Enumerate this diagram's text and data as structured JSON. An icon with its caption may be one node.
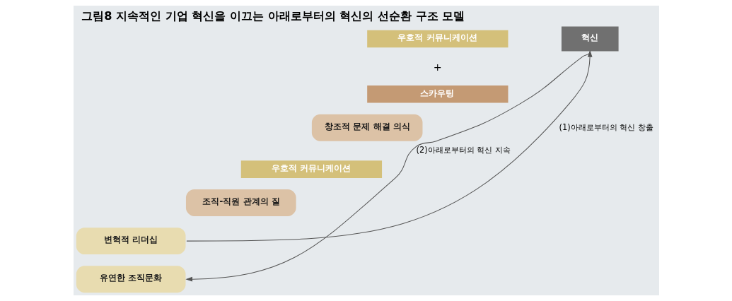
{
  "diagram": {
    "title": "그림8 지속적인 기업 혁신을 이끄는 아래로부터의 혁신의 선순환 구조 모델",
    "nodes": [
      {
        "text": [
          "우호적 커뮤니케이션"
        ]
      },
      {
        "text": [
          "혁신"
        ]
      },
      {
        "text": [
          "스카우팅"
        ]
      },
      {
        "text": [
          "창조적 문제 해결 의식"
        ]
      },
      {
        "text": [
          "우호적 커뮤니케이션"
        ]
      },
      {
        "text": [
          "조직-직원 관계의 질"
        ]
      },
      {
        "text": [
          "변혁적 리더십"
        ]
      },
      {
        "text": [
          "유연한 조직문화"
        ]
      }
    ],
    "edges": [
      {
        "from": 6,
        "to": 1,
        "arrow": "to",
        "label": "(1)아래로부터의 혁신 창출"
      },
      {
        "from": 1,
        "to": 7,
        "arrow": "to",
        "label": "(2)아래로부터의 혁신 지속"
      }
    ],
    "labels": [
      "+"
    ]
  }
}
